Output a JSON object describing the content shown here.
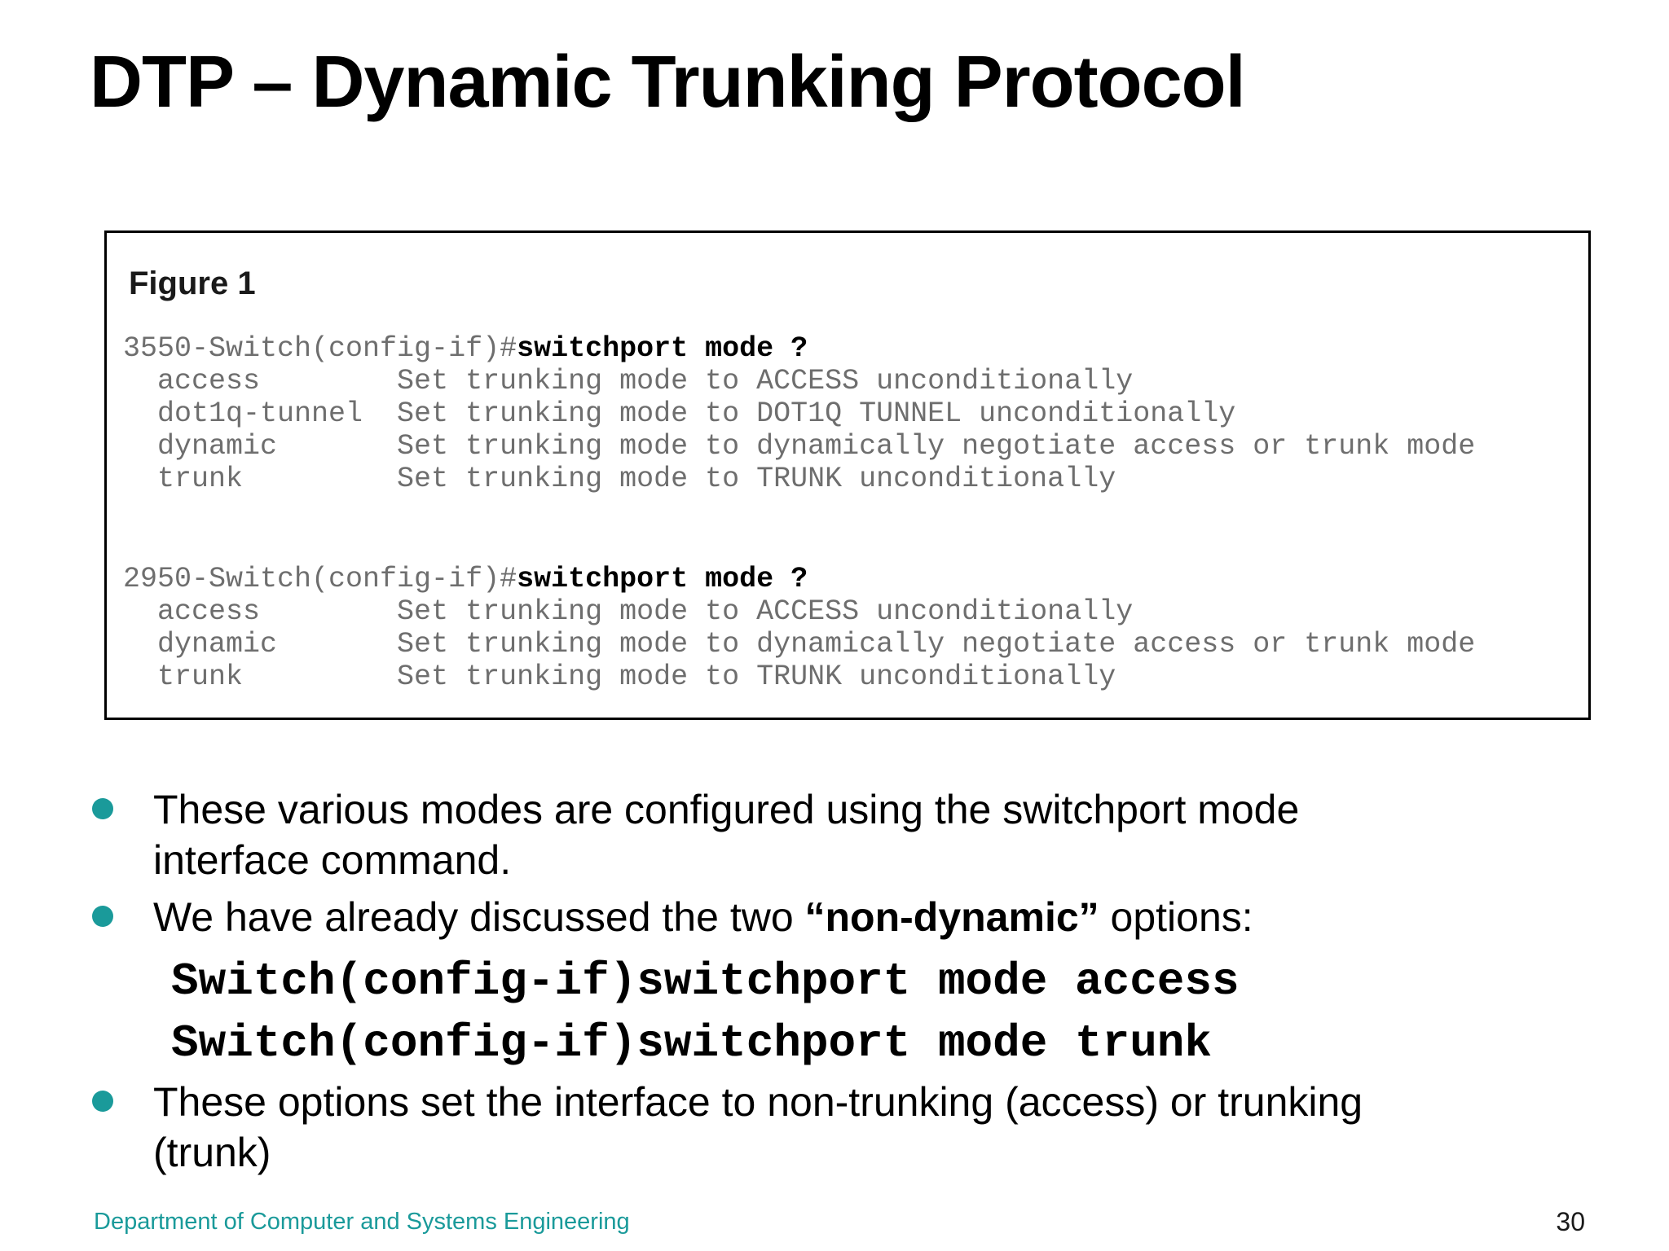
{
  "slide": {
    "title": "DTP – Dynamic Trunking Protocol",
    "footer": "Department of Computer and Systems Engineering",
    "page_number": "30"
  },
  "figure": {
    "label": "Figure 1",
    "block_3550": {
      "prompt": "3550-Switch(config-if)#",
      "command": "switchport mode ?",
      "options": "\n  access        Set trunking mode to ACCESS unconditionally\n  dot1q-tunnel  Set trunking mode to DOT1Q TUNNEL unconditionally\n  dynamic       Set trunking mode to dynamically negotiate access or trunk mode\n  trunk         Set trunking mode to TRUNK unconditionally"
    },
    "block_2950": {
      "prompt": "2950-Switch(config-if)#",
      "command": "switchport mode ?",
      "options": "\n  access        Set trunking mode to ACCESS unconditionally\n  dynamic       Set trunking mode to dynamically negotiate access or trunk mode\n  trunk         Set trunking mode to TRUNK unconditionally"
    }
  },
  "bullets": {
    "b1": "These various modes are configured using the switchport mode\ninterface command.",
    "b2_pre": "We have already discussed the two ",
    "b2_bold": "“non-dynamic”",
    "b2_post": " options:",
    "cmd_access": "Switch(config-if)switchport mode access",
    "cmd_trunk": "Switch(config-if)switchport mode trunk",
    "b3": "These options set the interface to non-trunking (access) or trunking\n(trunk)"
  },
  "colors": {
    "accent_teal": "#1a9a9a",
    "terminal_gray": "#6e6e6e",
    "text_black": "#000000"
  }
}
